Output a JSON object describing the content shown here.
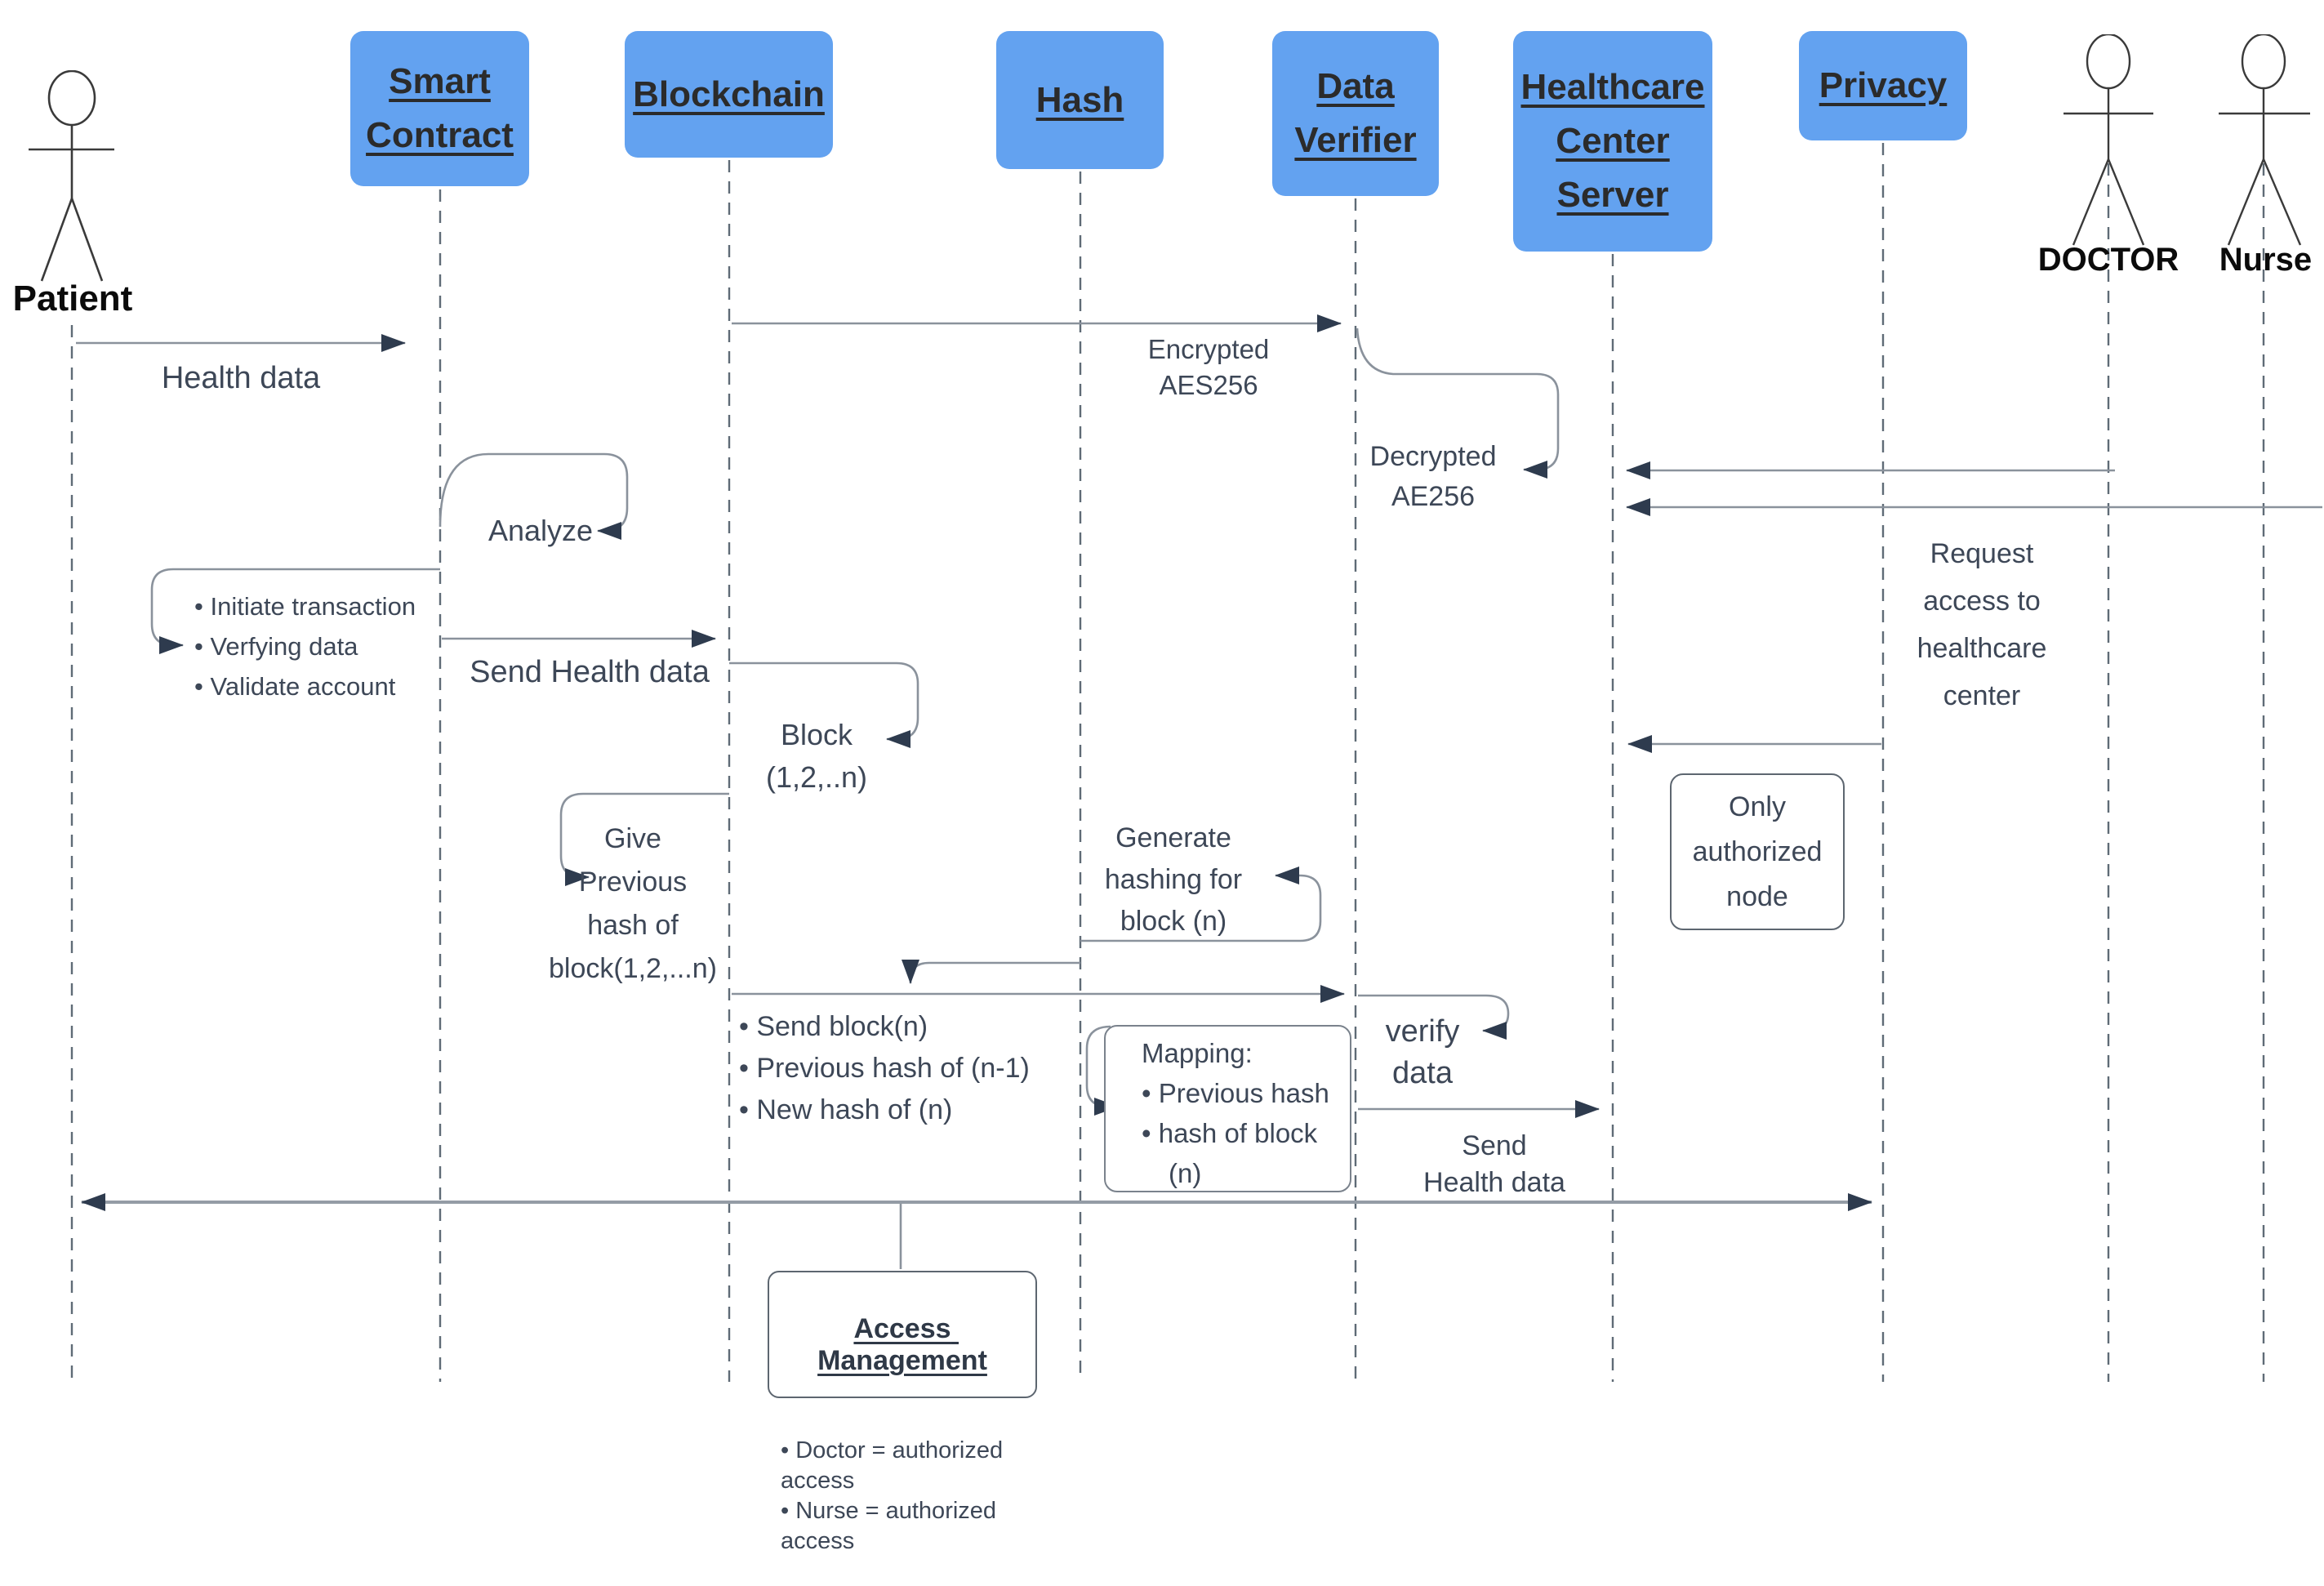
{
  "diagram": {
    "colors": {
      "participant_fill": "#63a2f0",
      "line": "#8a929c",
      "lifeline": "#5f6b76",
      "arrowhead": "#2e3b4e",
      "text": "#3d4757"
    },
    "actors": [
      {
        "id": "patient",
        "label": "Patient"
      },
      {
        "id": "doctor",
        "label": "DOCTOR"
      },
      {
        "id": "nurse",
        "label": "Nurse"
      }
    ],
    "participants": [
      {
        "id": "smart-contract",
        "label": "Smart\nContract"
      },
      {
        "id": "blockchain",
        "label": "Blockchain"
      },
      {
        "id": "hash",
        "label": "Hash"
      },
      {
        "id": "data-verifier",
        "label": "Data\nVerifier"
      },
      {
        "id": "healthcare-center-server",
        "label": "Healthcare\nCenter\nServer"
      },
      {
        "id": "privacy",
        "label": "Privacy"
      }
    ],
    "messages": {
      "health_data": "Health data",
      "encrypted_aes256": "Encrypted\nAES256",
      "decrypted_ae256": "Decrypted\nAE256",
      "request_access": "Request\naccess to\nhealthcare\ncenter",
      "analyze": "Analyze",
      "smart_contract_steps": "• Initiate transaction\n• Verfying data\n• Validate account",
      "send_health_data": "Send Health data",
      "block_n": "Block\n(1,2,..n)",
      "give_previous_hash": "Give\nPrevious\nhash of\nblock(1,2,...n)",
      "generate_hashing": "Generate\nhashing for\nblock (n)",
      "send_block_details": "• Send block(n)\n• Previous hash of (n-1)\n• New hash of (n)",
      "mapping_note": "Mapping:\n• Previous hash\n• hash of block\n  (n)",
      "verify_data": "verify\ndata",
      "send_health_data_2": "Send\nHealth data",
      "only_authorized_node": "Only\nauthorized\nnode"
    },
    "notes": {
      "access_management": {
        "title": "Access Management",
        "items": "• Doctor = authorized access\n• Nurse = authorized access"
      }
    }
  }
}
